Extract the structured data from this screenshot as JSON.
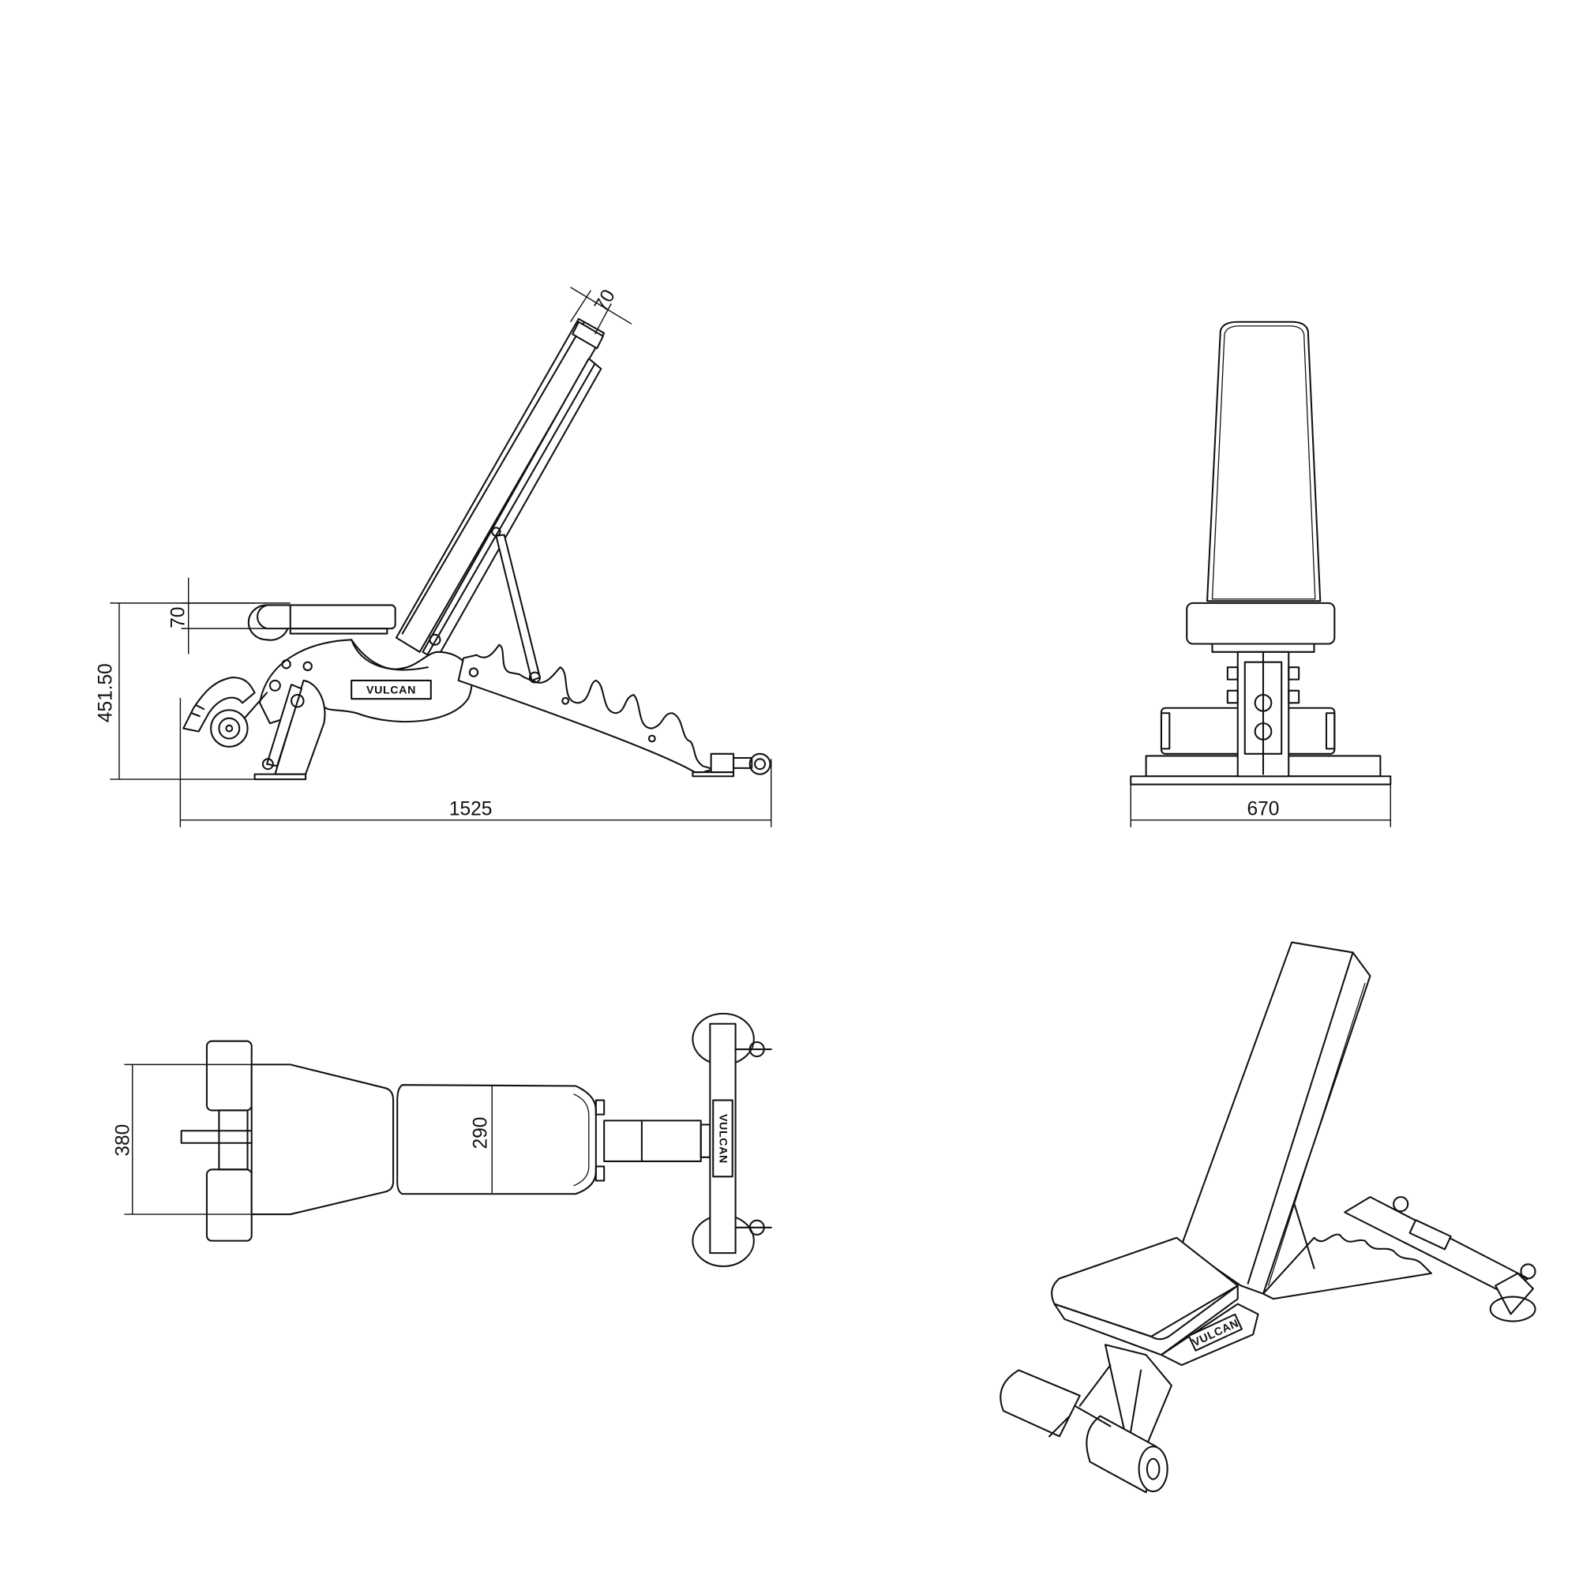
{
  "brand": "VULCAN",
  "side_view": {
    "backrest_thickness": "70",
    "seat_thickness": "70",
    "height": "451.50",
    "length": "1525"
  },
  "front_view": {
    "width": "670"
  },
  "top_view": {
    "frame_width": "380",
    "pad_width": "290"
  },
  "colors": {
    "line": "#111111",
    "background": "#ffffff"
  }
}
